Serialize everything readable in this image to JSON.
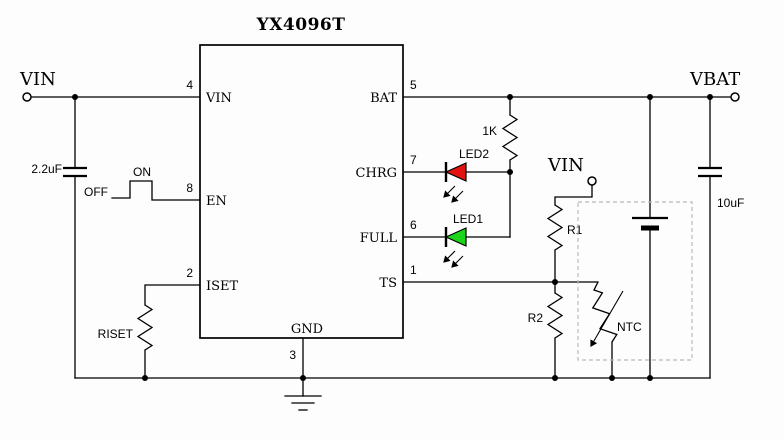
{
  "title": "YX4096T",
  "terminals": {
    "vin_left": "VIN",
    "vin_right": "VIN",
    "vbat": "VBAT"
  },
  "pins": {
    "vin": {
      "num": "4",
      "name": "VIN"
    },
    "en": {
      "num": "8",
      "name": "EN"
    },
    "iset": {
      "num": "2",
      "name": "ISET"
    },
    "gnd": {
      "num": "3",
      "name": "GND"
    },
    "bat": {
      "num": "5",
      "name": "BAT"
    },
    "chrg": {
      "num": "7",
      "name": "CHRG"
    },
    "full": {
      "num": "6",
      "name": "FULL"
    },
    "ts": {
      "num": "1",
      "name": "TS"
    }
  },
  "components": {
    "input_cap": "2.2uF",
    "output_cap": "10uF",
    "led_resistor": "1K",
    "led1": "LED1",
    "led2": "LED2",
    "riset": "RISET",
    "r1": "R1",
    "r2": "R2",
    "ntc": "NTC"
  },
  "enable_switch": {
    "on": "ON",
    "off": "OFF"
  },
  "colors": {
    "led1": "#1bd41b",
    "led2": "#e31212",
    "wire": "#000000",
    "box": "#b8b8b8"
  }
}
